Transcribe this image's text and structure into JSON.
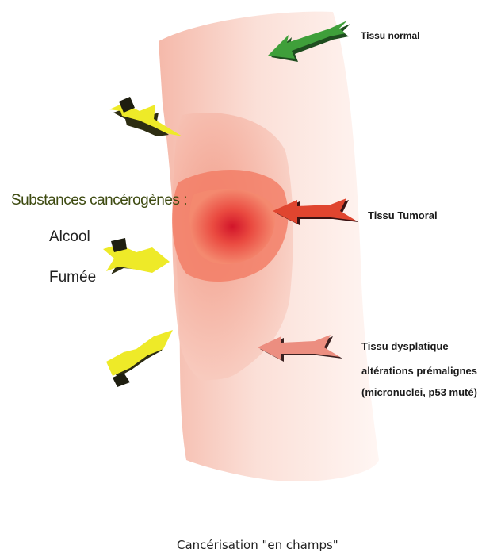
{
  "colors": {
    "normal_tissue": "#f7cfc4",
    "dysplastic_tissue": "#f5b5a3",
    "tumor_core": "#d61f2a",
    "arrow_normal": "#2e8b2e",
    "arrow_tumor": "#d63a2a",
    "arrow_dysplasia": "#e8897c",
    "arrow_carcinogen": "#f0f02a"
  },
  "labels": {
    "normal": "Tissu normal",
    "tumor": "Tissu Tumoral",
    "dysplasia_1": "Tissu dysplatique",
    "dysplasia_2": "altérations prémalignes",
    "dysplasia_3": "(micronuclei, p53 muté)"
  },
  "carcinogens": {
    "title": "Substances cancérogènes :",
    "items": [
      "Alcool",
      "Fumée"
    ]
  },
  "caption": "Cancérisation \"en champs\""
}
